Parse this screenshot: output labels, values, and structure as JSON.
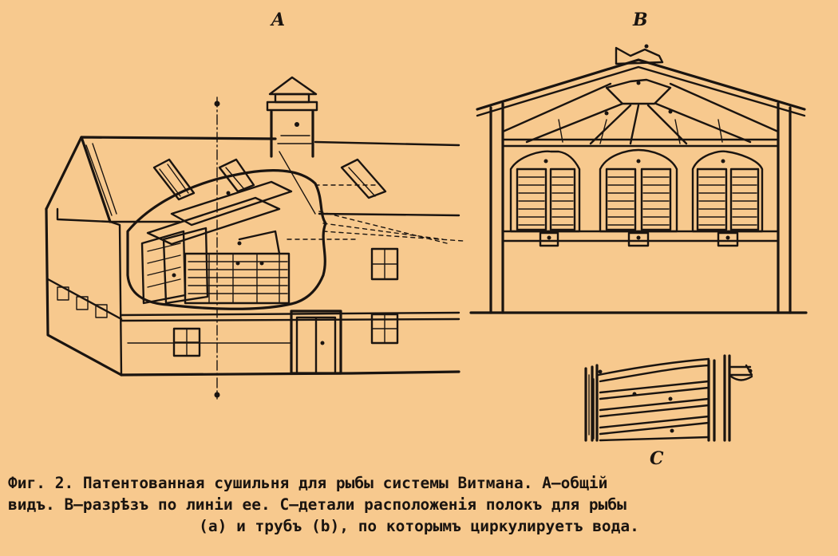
{
  "figure": {
    "label_a": "A",
    "label_b": "B",
    "label_c": "C",
    "caption": {
      "line1": "Фиг. 2. Патентованная сушильня для рыбы системы Витмана. A—общій",
      "line2": "видъ. B—разрѣзъ по линіи ee. C—детали расположенія полокъ для рыбы",
      "line3": "(a) и трубъ (b), по которымъ циркулируетъ вода."
    }
  },
  "colors": {
    "paper": "#f7c98e",
    "ink": "#1a1410"
  }
}
